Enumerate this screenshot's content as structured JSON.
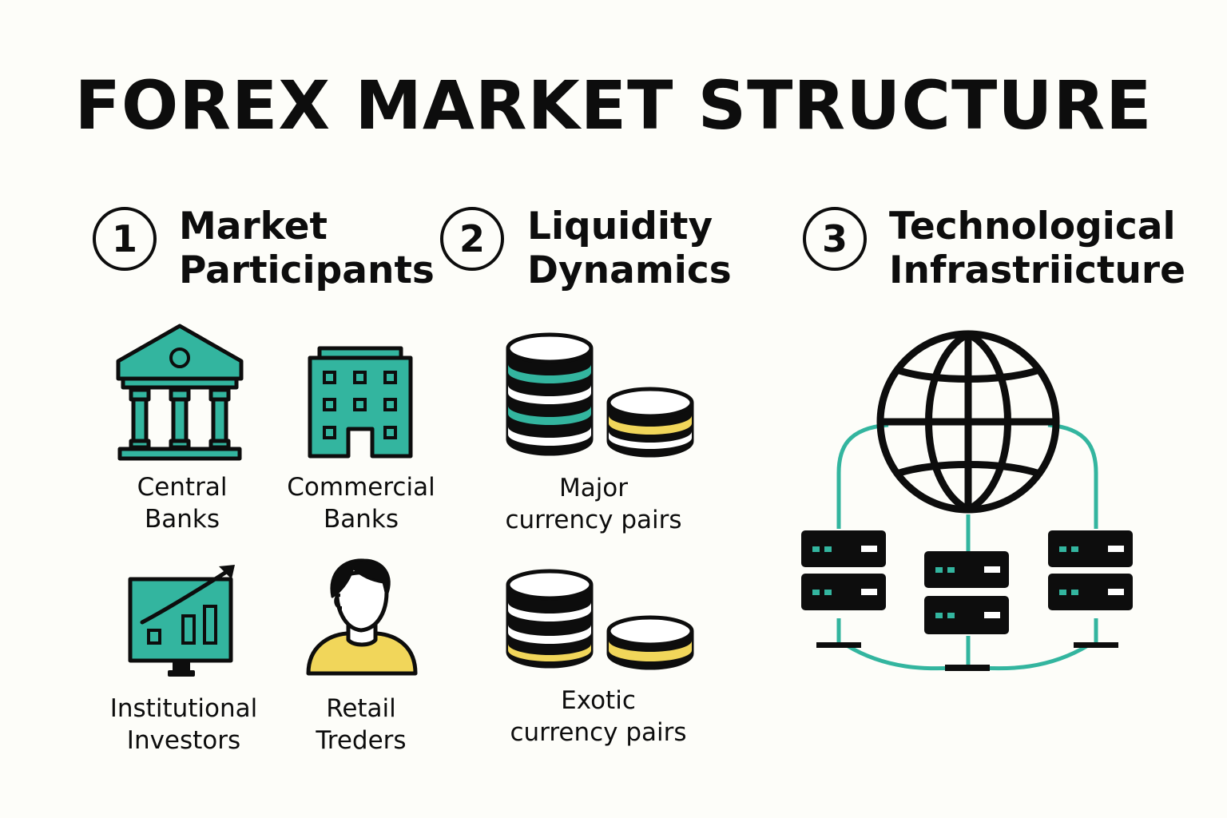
{
  "title": "FOREX MARKET STRUCTURE",
  "colors": {
    "teal": "#33b59f",
    "yellow": "#f1d65a",
    "ink": "#0d0d0d",
    "background": "#fdfdf9"
  },
  "sections": [
    {
      "number": "1",
      "title_lines": [
        "Market",
        "Participants"
      ],
      "items": [
        {
          "icon": "bank-building-icon",
          "label_lines": [
            "Central",
            "Banks"
          ]
        },
        {
          "icon": "office-building-icon",
          "label_lines": [
            "Commercial",
            "Banks"
          ]
        },
        {
          "icon": "growth-chart-monitor-icon",
          "label_lines": [
            "Institutional",
            "Investors"
          ]
        },
        {
          "icon": "person-icon",
          "label_lines": [
            "Retail",
            "Treders"
          ]
        }
      ]
    },
    {
      "number": "2",
      "title_lines": [
        "Liquidity",
        "Dynamics"
      ],
      "items": [
        {
          "icon": "coin-stacks-icon",
          "label_lines": [
            "Major",
            "currency pairs"
          ]
        },
        {
          "icon": "coin-stacks-icon",
          "label_lines": [
            "Exotic",
            "currency pairs"
          ]
        }
      ]
    },
    {
      "number": "3",
      "title_lines": [
        "Technological",
        "Infrastriicture"
      ],
      "items": [
        {
          "icon": "globe-server-network-icon"
        }
      ]
    }
  ]
}
